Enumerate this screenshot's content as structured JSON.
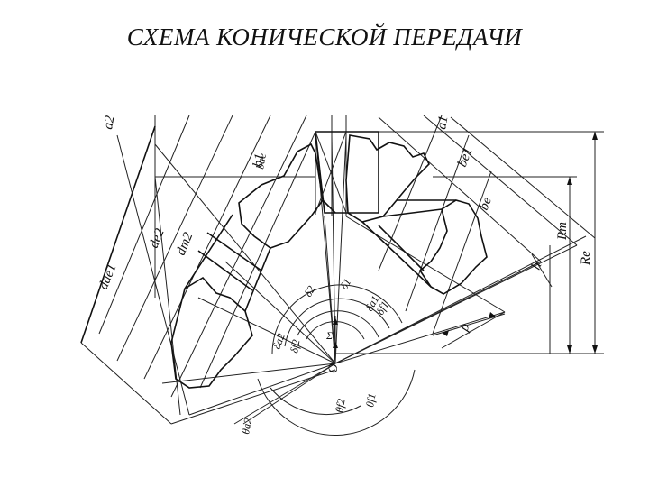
{
  "title": "СХЕМА КОНИЧЕСКОЙ ПЕРЕДАЧИ",
  "labels": {
    "a2": "a2",
    "a1": "a1",
    "d_ae1": "dae1",
    "d_e2": "de2",
    "d_m2": "dm2",
    "b1": "b1",
    "b_e1": "be1",
    "be": "be",
    "h": "h",
    "p": "p",
    "R_m": "Rm",
    "R_e": "Re",
    "delta_f1": "δf1",
    "delta_a1": "δa1",
    "delta_2": "δ2",
    "delta_f2": "δf2",
    "delta_a2": "δa2",
    "delta_1": "δ1",
    "theta_f2": "θf2",
    "theta_f1": "θf1",
    "theta_a2": "θa2",
    "sigma": "Σ",
    "o": "O",
    "b_ae": "bae"
  }
}
